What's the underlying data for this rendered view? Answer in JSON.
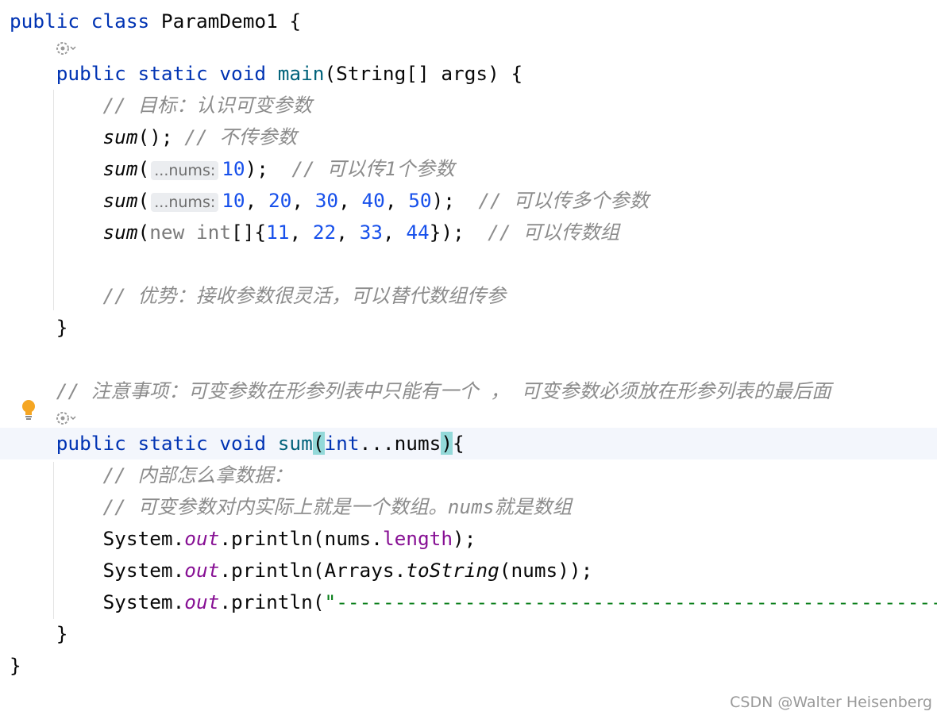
{
  "code": {
    "lines": [
      {
        "tokens": [
          {
            "t": "public class ",
            "c": "kw"
          },
          {
            "t": "ParamDemo1 {",
            "c": ""
          }
        ]
      },
      {
        "gutter_icon": "run-gear-icon"
      },
      {
        "tokens": [
          {
            "t": "    public static void ",
            "c": "kw"
          },
          {
            "t": "main",
            "c": "decl"
          },
          {
            "t": "(String[] args) {",
            "c": ""
          }
        ]
      },
      {
        "tokens": [
          {
            "t": "        // 目标：认识可变参数",
            "c": "cm"
          }
        ]
      },
      {
        "tokens": [
          {
            "t": "        ",
            "c": ""
          },
          {
            "t": "sum",
            "c": "call"
          },
          {
            "t": "(); ",
            "c": ""
          },
          {
            "t": "// 不传参数",
            "c": "cm"
          }
        ]
      },
      {
        "tokens": [
          {
            "t": "        ",
            "c": ""
          },
          {
            "t": "sum",
            "c": "call"
          },
          {
            "t": "(",
            "c": ""
          },
          {
            "t": "...nums:",
            "c": "hint"
          },
          {
            "t": "10",
            "c": "num"
          },
          {
            "t": ");  ",
            "c": ""
          },
          {
            "t": "// 可以传1个参数",
            "c": "cm"
          }
        ]
      },
      {
        "tokens": [
          {
            "t": "        ",
            "c": ""
          },
          {
            "t": "sum",
            "c": "call"
          },
          {
            "t": "(",
            "c": ""
          },
          {
            "t": "...nums:",
            "c": "hint"
          },
          {
            "t": "10",
            "c": "num"
          },
          {
            "t": ", ",
            "c": ""
          },
          {
            "t": "20",
            "c": "num"
          },
          {
            "t": ", ",
            "c": ""
          },
          {
            "t": "30",
            "c": "num"
          },
          {
            "t": ", ",
            "c": ""
          },
          {
            "t": "40",
            "c": "num"
          },
          {
            "t": ", ",
            "c": ""
          },
          {
            "t": "50",
            "c": "num"
          },
          {
            "t": ");  ",
            "c": ""
          },
          {
            "t": "// 可以传多个参数",
            "c": "cm"
          }
        ]
      },
      {
        "tokens": [
          {
            "t": "        ",
            "c": ""
          },
          {
            "t": "sum",
            "c": "call"
          },
          {
            "t": "(",
            "c": ""
          },
          {
            "t": "new int",
            "c": "kwgray"
          },
          {
            "t": "[]{",
            "c": ""
          },
          {
            "t": "11",
            "c": "num"
          },
          {
            "t": ", ",
            "c": ""
          },
          {
            "t": "22",
            "c": "num"
          },
          {
            "t": ", ",
            "c": ""
          },
          {
            "t": "33",
            "c": "num"
          },
          {
            "t": ", ",
            "c": ""
          },
          {
            "t": "44",
            "c": "num"
          },
          {
            "t": "});  ",
            "c": ""
          },
          {
            "t": "// 可以传数组",
            "c": "cm"
          }
        ]
      },
      {
        "tokens": []
      },
      {
        "tokens": [
          {
            "t": "        // 优势：接收参数很灵活，可以替代数组传参",
            "c": "cm"
          }
        ]
      },
      {
        "tokens": [
          {
            "t": "    }",
            "c": ""
          }
        ]
      },
      {
        "tokens": []
      },
      {
        "tokens": [
          {
            "t": "    // 注意事项：可变参数在形参列表中只能有一个 ， 可变参数必须放在形参列表的最后面",
            "c": "cm"
          }
        ]
      },
      {
        "gutter_icon": "run-gear-icon"
      },
      {
        "caret": true,
        "tokens": [
          {
            "t": "    public static void ",
            "c": "kw"
          },
          {
            "t": "sum",
            "c": "decl"
          },
          {
            "t": "(",
            "c": "brace-hl"
          },
          {
            "t": "int",
            "c": "kw"
          },
          {
            "t": "...nums",
            "c": ""
          },
          {
            "t": ")",
            "c": "brace-hl"
          },
          {
            "t": "{",
            "c": ""
          }
        ]
      },
      {
        "tokens": [
          {
            "t": "        // 内部怎么拿数据：",
            "c": "cm"
          }
        ]
      },
      {
        "tokens": [
          {
            "t": "        // 可变参数对内实际上就是一个数组。nums就是数组",
            "c": "cm"
          }
        ]
      },
      {
        "tokens": [
          {
            "t": "        System.",
            "c": ""
          },
          {
            "t": "out",
            "c": "sfield"
          },
          {
            "t": ".println(nums.",
            "c": ""
          },
          {
            "t": "length",
            "c": "field"
          },
          {
            "t": ");",
            "c": ""
          }
        ]
      },
      {
        "tokens": [
          {
            "t": "        System.",
            "c": ""
          },
          {
            "t": "out",
            "c": "sfield"
          },
          {
            "t": ".println(Arrays.",
            "c": ""
          },
          {
            "t": "toString",
            "c": "call"
          },
          {
            "t": "(nums));",
            "c": ""
          }
        ]
      },
      {
        "tokens": [
          {
            "t": "        System.",
            "c": ""
          },
          {
            "t": "out",
            "c": "sfield"
          },
          {
            "t": ".println(",
            "c": ""
          },
          {
            "t": "\"----------------------------------------------------\"",
            "c": "str"
          },
          {
            "t": ");",
            "c": ""
          }
        ]
      },
      {
        "tokens": [
          {
            "t": "    }",
            "c": ""
          }
        ]
      },
      {
        "tokens": [
          {
            "t": "}",
            "c": ""
          }
        ]
      }
    ]
  },
  "gutter": {
    "intention_icon": "lightbulb-icon",
    "color": "#f5a623"
  },
  "watermark": "CSDN @Walter Heisenberg",
  "colors": {
    "keyword": "#0033b3",
    "method_decl": "#00627a",
    "number": "#1750eb",
    "comment": "#8c8c8c",
    "string": "#067d17",
    "field": "#871094",
    "brace_highlight": "#93d9d9"
  }
}
